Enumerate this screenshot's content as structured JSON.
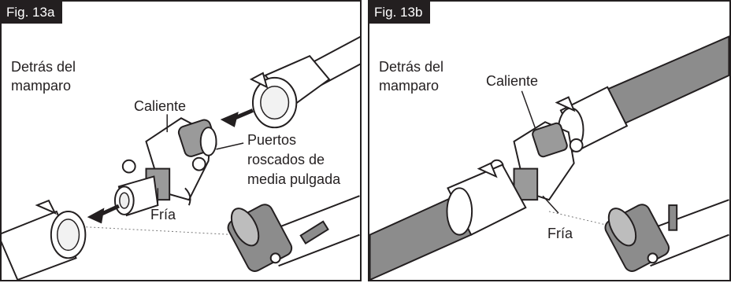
{
  "panels": [
    {
      "fig_label": "Fig. 13a",
      "location_line1": "Detrás del",
      "location_line2": "mamparo",
      "hot_label": "Caliente",
      "cold_label": "Fría",
      "ports_line1": "Puertos",
      "ports_line2": "roscados de",
      "ports_line3": "media pulgada"
    },
    {
      "fig_label": "Fig. 13b",
      "location_line1": "Detrás del",
      "location_line2": "mamparo",
      "hot_label": "Caliente",
      "cold_label": "Fría"
    }
  ],
  "colors": {
    "ink": "#231f20",
    "pipe_gray": "#8c8c8c",
    "port_gray": "#9a9a9a",
    "background": "#ffffff"
  }
}
